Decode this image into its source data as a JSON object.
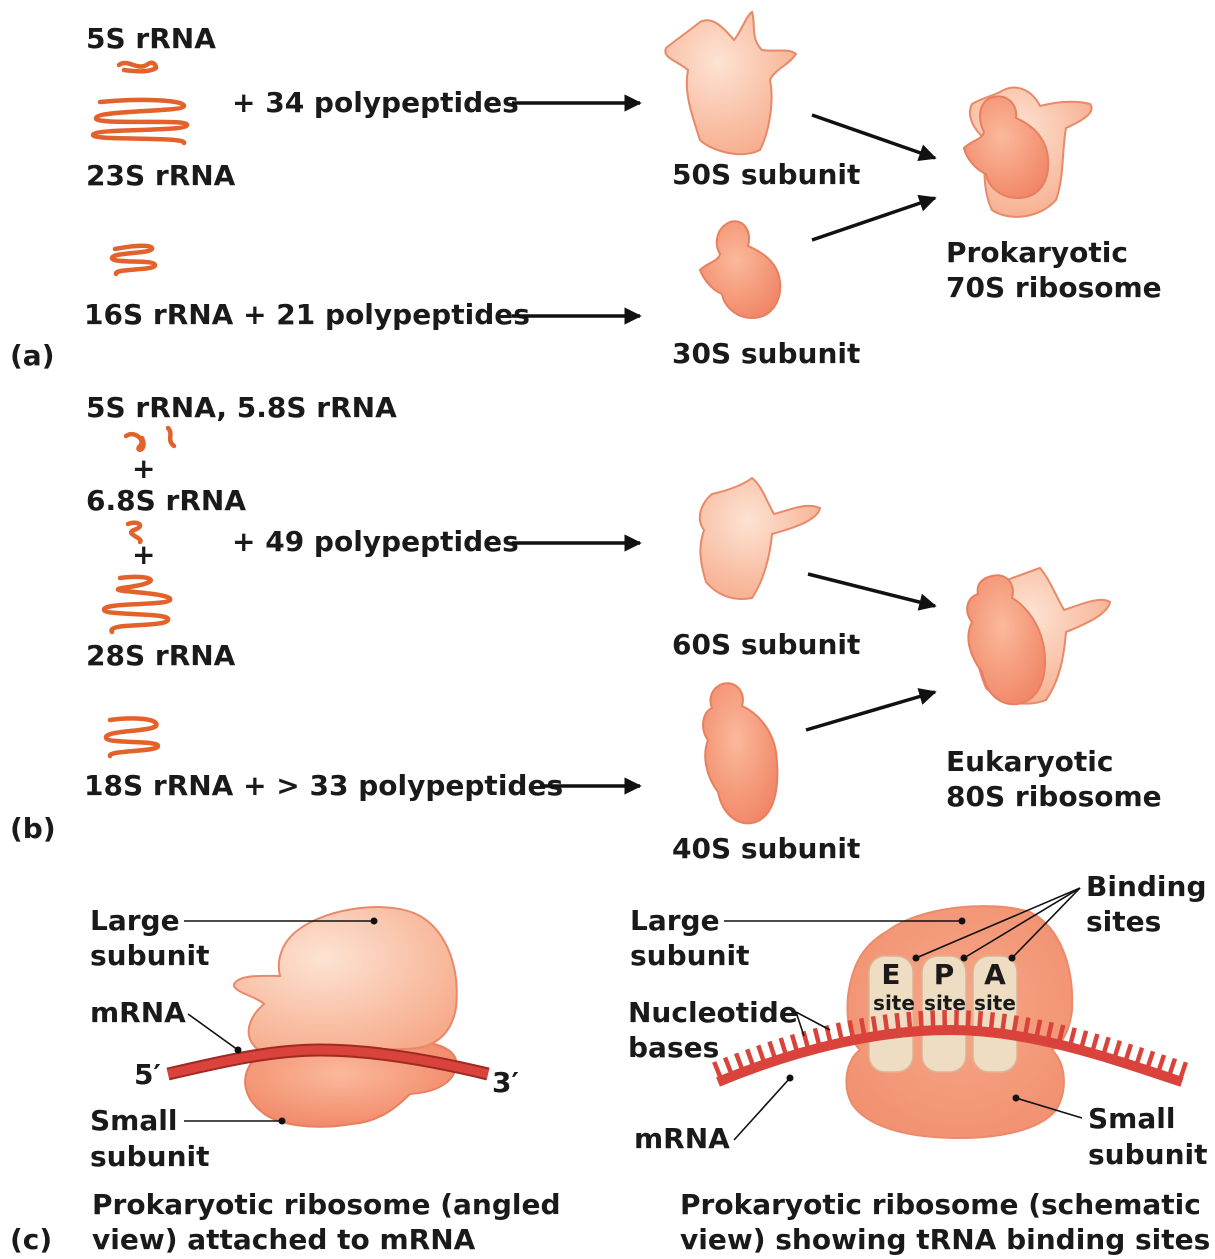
{
  "colors": {
    "rrna": "#e2622c",
    "subunit_fill": "#f8b89a",
    "subunit_stroke": "#e6805e",
    "mrna": "#d9433b",
    "site_fill": "#eedcc3"
  },
  "panel_a": {
    "label": "(a)",
    "rrna_5s": "5S rRNA",
    "rrna_23s": "23S rRNA",
    "large_proteins": "+ 34 polypeptides",
    "small_input": "16S rRNA + 21 polypeptides",
    "large_subunit": "50S subunit",
    "small_subunit": "30S subunit",
    "ribosome_line1": "Prokaryotic",
    "ribosome_line2": "70S ribosome"
  },
  "panel_b": {
    "label": "(b)",
    "rrna_5s_58s": "5S rRNA, 5.8S rRNA",
    "plus": "+",
    "rrna_68s": "6.8S rRNA",
    "rrna_28s": "28S rRNA",
    "large_proteins": "+ 49 polypeptides",
    "small_input": "18S rRNA + > 33 polypeptides",
    "large_subunit": "60S subunit",
    "small_subunit": "40S subunit",
    "ribosome_line1": "Eukaryotic",
    "ribosome_line2": "80S ribosome"
  },
  "panel_c": {
    "label": "(c)",
    "left": {
      "large_1": "Large",
      "large_2": "subunit",
      "mrna": "mRNA",
      "five_prime": "5′",
      "three_prime": "3′",
      "small_1": "Small",
      "small_2": "subunit",
      "caption_1": "Prokaryotic ribosome (angled",
      "caption_2": "view) attached to mRNA"
    },
    "right": {
      "large_1": "Large",
      "large_2": "subunit",
      "binding_1": "Binding",
      "binding_2": "sites",
      "nucleotide_1": "Nucleotide",
      "nucleotide_2": "bases",
      "site_e": "E",
      "site_p": "P",
      "site_a": "A",
      "site_word": "site",
      "mrna": "mRNA",
      "small_1": "Small",
      "small_2": "subunit",
      "caption_1": "Prokaryotic ribosome (schematic",
      "caption_2": "view) showing tRNA binding sites"
    }
  }
}
